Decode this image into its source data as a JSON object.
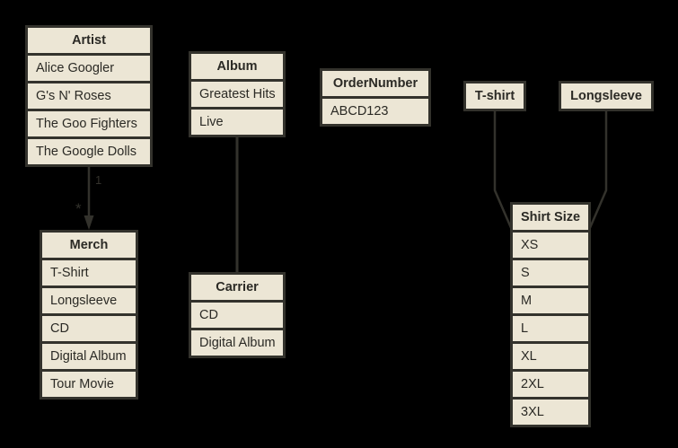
{
  "diagram": {
    "title": "merch-entity-diagram",
    "colors": {
      "background": "#000000",
      "box_fill": "#ece6d5",
      "box_border": "#33322c",
      "text": "#2b2a25",
      "edge": "#33322c"
    },
    "entities": [
      {
        "key": "artist",
        "name": "Artist",
        "rows": [
          "Alice Googler",
          "G's N' Roses",
          "The Goo Fighters",
          "The Google Dolls"
        ]
      },
      {
        "key": "album",
        "name": "Album",
        "rows": [
          "Greatest Hits",
          "Live"
        ]
      },
      {
        "key": "ordernumber",
        "name": "OrderNumber",
        "rows": [
          "ABCD123"
        ]
      },
      {
        "key": "tshirt",
        "name": "T-shirt",
        "rows": []
      },
      {
        "key": "longsleeve",
        "name": "Longsleeve",
        "rows": []
      },
      {
        "key": "merch",
        "name": "Merch",
        "rows": [
          "T-Shirt",
          "Longsleeve",
          "CD",
          "Digital Album",
          "Tour Movie"
        ]
      },
      {
        "key": "carrier",
        "name": "Carrier",
        "rows": [
          "CD",
          "Digital Album"
        ]
      },
      {
        "key": "shirtsize",
        "name": "Shirt Size",
        "rows": [
          "XS",
          "S",
          "M",
          "L",
          "XL",
          "2XL",
          "3XL"
        ]
      }
    ],
    "edge_labels": {
      "artist_merch_one": "1",
      "artist_merch_many": "*"
    }
  }
}
